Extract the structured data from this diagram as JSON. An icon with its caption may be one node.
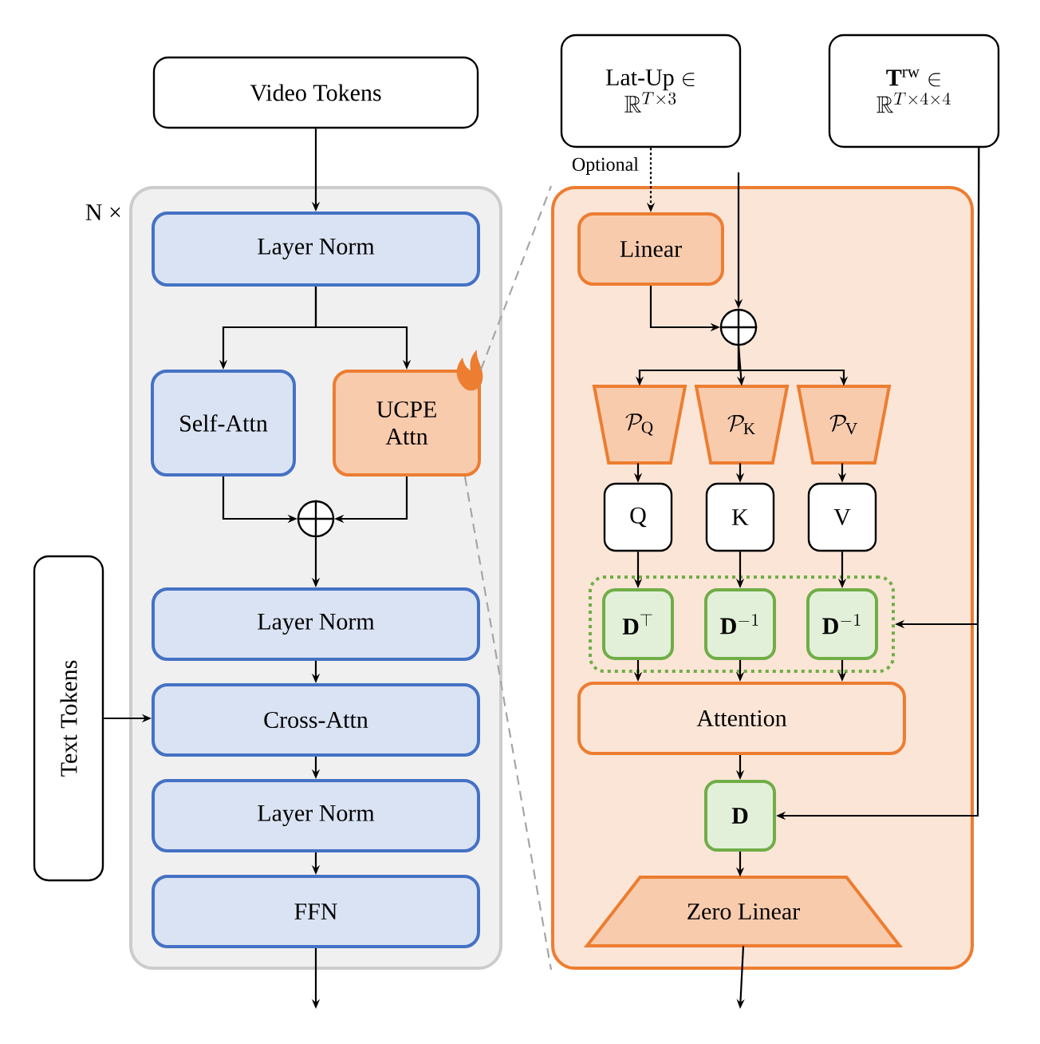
{
  "diagram": {
    "nodes": [
      {
        "text": [
          "Video Tokens"
        ]
      },
      {
        "text": [],
        "shape": "box",
        "beside": [
          "N ×"
        ]
      },
      {
        "text": [
          "Layer Norm"
        ],
        "in": 1
      },
      {
        "text": [
          "Self-Attn"
        ],
        "in": 1
      },
      {
        "text": [
          "UCPE Attn"
        ],
        "in": 1
      },
      {
        "text": [],
        "shape": "circle",
        "in": 1
      },
      {
        "text": [
          "Layer Norm"
        ],
        "in": 1
      },
      {
        "text": [
          "Cross-Attn"
        ],
        "in": 1
      },
      {
        "text": [
          "Layer Norm"
        ],
        "in": 1
      },
      {
        "text": [
          "FFN"
        ],
        "in": 1
      },
      {
        "text": [
          "Text Tokens"
        ]
      },
      {
        "text": [
          "\\text{Lat-Up} \\in",
          "\\mathbb{R}^{T\\times 3}"
        ]
      },
      {
        "text": [
          "\\mathbf{T}^{\\mathrm{rw}} \\in",
          "\\mathbb{R}^{T\\times 4\\times 4}"
        ]
      },
      {
        "text": [],
        "shape": "box"
      },
      {
        "text": [
          "Linear"
        ],
        "in": 13
      },
      {
        "text": [],
        "shape": "circle",
        "in": 13
      },
      {
        "text": [
          "\\mathcal{P}_{\\mathrm{Q}}"
        ],
        "in": 13
      },
      {
        "text": [
          "\\mathcal{P}_{\\mathrm{K}}"
        ],
        "in": 13
      },
      {
        "text": [
          "\\mathcal{P}_{\\mathrm{V}}"
        ],
        "in": 13
      },
      {
        "text": [
          "Q"
        ],
        "in": 13
      },
      {
        "text": [
          "K"
        ],
        "in": 13
      },
      {
        "text": [
          "V"
        ],
        "in": 13
      },
      {
        "text": [],
        "shape": "box",
        "in": 13
      },
      {
        "text": [
          "\\mathbf{D}^{\\top}"
        ],
        "in": 22
      },
      {
        "text": [
          "\\mathbf{D}^{-1}"
        ],
        "in": 22
      },
      {
        "text": [
          "\\mathbf{D}^{-1}"
        ],
        "in": 22
      },
      {
        "text": [
          "Attention"
        ],
        "in": 13
      },
      {
        "text": [
          "\\mathbf{D}"
        ],
        "in": 13
      },
      {
        "text": [
          "Zero Linear"
        ],
        "in": 13
      }
    ],
    "edges": [
      {
        "from": 0,
        "to": 2,
        "arrow": "to"
      },
      {
        "from": 2,
        "to": 3,
        "arrow": "to"
      },
      {
        "from": 2,
        "to": 4,
        "arrow": "to"
      },
      {
        "from": 3,
        "to": 5,
        "arrow": "to"
      },
      {
        "from": 4,
        "to": 5,
        "arrow": "to"
      },
      {
        "from": 5,
        "to": 6,
        "arrow": "to"
      },
      {
        "from": 6,
        "to": 7,
        "arrow": "to"
      },
      {
        "from": 7,
        "to": 8,
        "arrow": "to"
      },
      {
        "from": 8,
        "to": 9,
        "arrow": "to"
      },
      {
        "from": 9,
        "to": null,
        "arrow": "to"
      },
      {
        "from": 10,
        "to": 7,
        "arrow": "to"
      },
      {
        "from": 11,
        "to": 14,
        "arrow": "to",
        "label": "Optional",
        "style": "dashed"
      },
      {
        "from": null,
        "to": 15,
        "arrow": "to"
      },
      {
        "from": 14,
        "to": 15,
        "arrow": "to"
      },
      {
        "from": 15,
        "to": 16,
        "arrow": "to"
      },
      {
        "from": 15,
        "to": 17,
        "arrow": "to"
      },
      {
        "from": 15,
        "to": 18,
        "arrow": "to"
      },
      {
        "from": 16,
        "to": 19,
        "arrow": "to"
      },
      {
        "from": 17,
        "to": 20,
        "arrow": "to"
      },
      {
        "from": 18,
        "to": 21,
        "arrow": "to"
      },
      {
        "from": 19,
        "to": 23,
        "arrow": "to"
      },
      {
        "from": 20,
        "to": 24,
        "arrow": "to"
      },
      {
        "from": 21,
        "to": 25,
        "arrow": "to"
      },
      {
        "from": 23,
        "to": 26,
        "arrow": "to"
      },
      {
        "from": 24,
        "to": 26,
        "arrow": "to"
      },
      {
        "from": 25,
        "to": 26,
        "arrow": "to"
      },
      {
        "from": 26,
        "to": 27,
        "arrow": "to"
      },
      {
        "from": 27,
        "to": 28,
        "arrow": "to"
      },
      {
        "from": 28,
        "to": null,
        "arrow": "to"
      },
      {
        "from": 12,
        "to": 22,
        "arrow": "to"
      },
      {
        "from": 12,
        "to": 27,
        "arrow": "to"
      },
      {
        "from": 4,
        "to": 13,
        "arrow": "none",
        "style": "dashed",
        "color": "#a6a6a6"
      },
      {
        "from": 4,
        "to": 13,
        "arrow": "none",
        "style": "dashed",
        "color": "#a6a6a6"
      }
    ]
  }
}
